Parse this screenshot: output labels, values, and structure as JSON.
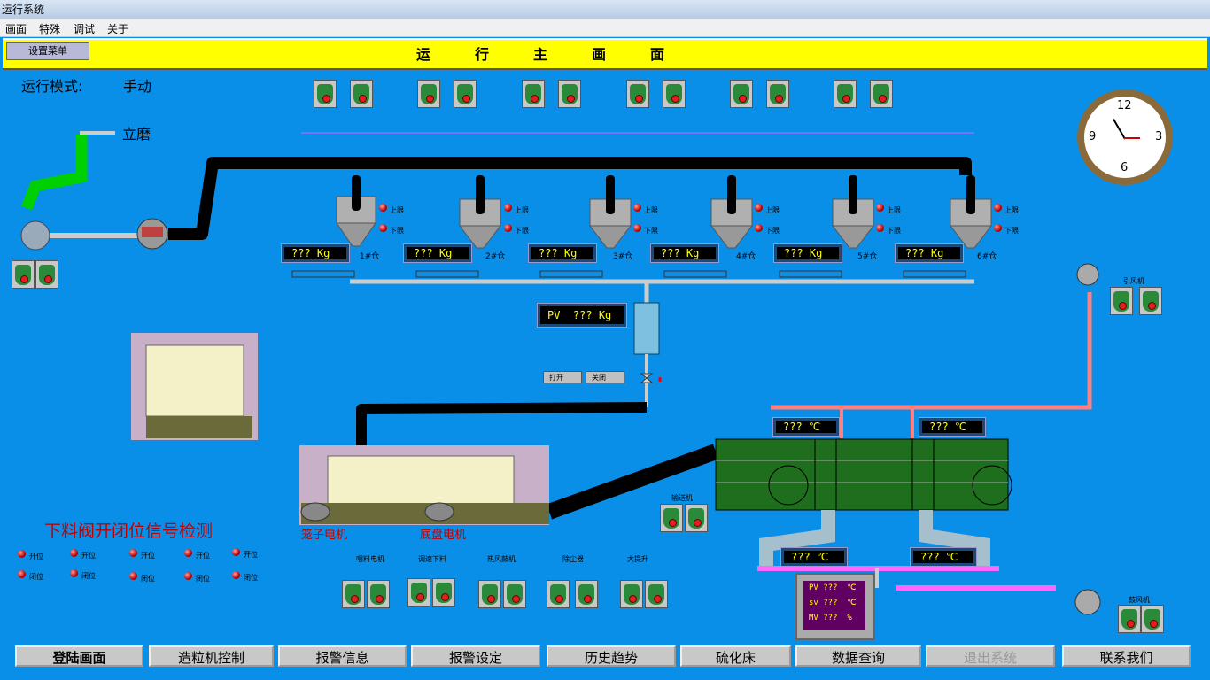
{
  "window": {
    "title": "运行系统"
  },
  "menu": [
    "画面",
    "特殊",
    "调试",
    "关于"
  ],
  "header": {
    "setup_button": "设置菜单",
    "title": "运行主画面"
  },
  "mode": {
    "label": "运行模式:",
    "value": "手动"
  },
  "mill_label": "立磨",
  "bins": [
    {
      "name": "1#仓",
      "reading": "???",
      "unit": "Kg"
    },
    {
      "name": "2#仓",
      "reading": "???",
      "unit": "Kg"
    },
    {
      "name": "3#仓",
      "reading": "???",
      "unit": "Kg"
    },
    {
      "name": "4#仓",
      "reading": "???",
      "unit": "Kg"
    },
    {
      "name": "5#仓",
      "reading": "???",
      "unit": "Kg"
    },
    {
      "name": "6#仓",
      "reading": "???",
      "unit": "Kg"
    }
  ],
  "bin_levels": {
    "upper": "上限",
    "lower": "下限"
  },
  "scale": {
    "pv_label": "PV",
    "value": "???",
    "unit": "Kg"
  },
  "valve_buttons": {
    "open": "打开",
    "close": "关闭"
  },
  "granulator": {
    "cage_motor": "笼子电机",
    "disk_motor": "底盘电机"
  },
  "signal_check": {
    "title": "下料阀开闭位信号检测",
    "open_label": "开位",
    "close_label": "闭位"
  },
  "motor_groups": [
    {
      "label": "喂料电机"
    },
    {
      "label": "调速下料"
    },
    {
      "label": "热风鼓机"
    },
    {
      "label": "除尘器"
    },
    {
      "label": "大提升"
    }
  ],
  "conveyor_label": "输送机",
  "fan_top_label": "引风机",
  "fan_bottom_label": "鼓风机",
  "dryer_temps": [
    {
      "value": "???",
      "unit": "℃"
    },
    {
      "value": "???",
      "unit": "℃"
    },
    {
      "value": "???",
      "unit": "℃"
    },
    {
      "value": "???",
      "unit": "℃"
    }
  ],
  "controller": {
    "pv_label": "PV",
    "pv_value": "???",
    "pv_unit": "℃",
    "sv_label": "sv",
    "sv_value": "???",
    "sv_unit": "℃",
    "mv_label": "MV",
    "mv_value": "???",
    "mv_unit": "%"
  },
  "clock": {
    "n12": "12",
    "n3": "3",
    "n6": "6",
    "n9": "9"
  },
  "bottom_nav": [
    "登陆画面",
    "造粒机控制",
    "报警信息",
    "报警设定",
    "历史趋势",
    "硫化床",
    "数据查询",
    "退出系统",
    "联系我们"
  ]
}
